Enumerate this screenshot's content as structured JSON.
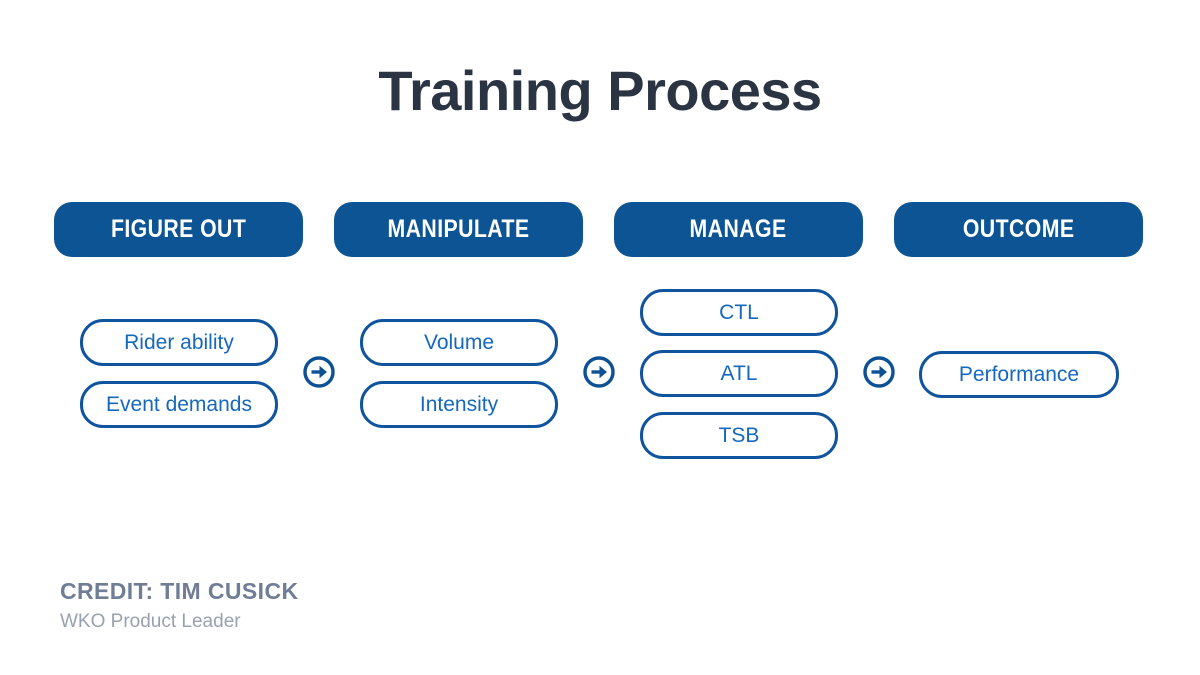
{
  "title": "Training Process",
  "columns": [
    {
      "header": "FIGURE OUT",
      "items": [
        "Rider ability",
        "Event demands"
      ]
    },
    {
      "header": "MANIPULATE",
      "items": [
        "Volume",
        "Intensity"
      ]
    },
    {
      "header": "MANAGE",
      "items": [
        "CTL",
        "ATL",
        "TSB"
      ]
    },
    {
      "header": "OUTCOME",
      "items": [
        "Performance"
      ]
    }
  ],
  "arrows": [
    {
      "icon": "arrow-right-circle"
    },
    {
      "icon": "arrow-right-circle"
    },
    {
      "icon": "arrow-right-circle"
    }
  ],
  "credit": {
    "label": "CREDIT: TIM CUSICK",
    "subtitle": "WKO Product Leader"
  },
  "colors": {
    "background": "#ffffff",
    "title": "#2b3443",
    "header_fill": "#0d5494",
    "header_text": "#ffffff",
    "pill_border": "#11549e",
    "pill_text": "#1668be",
    "arrow": "#0e5193",
    "credit_label": "#6f7d96",
    "credit_subtitle": "#98a2af"
  }
}
